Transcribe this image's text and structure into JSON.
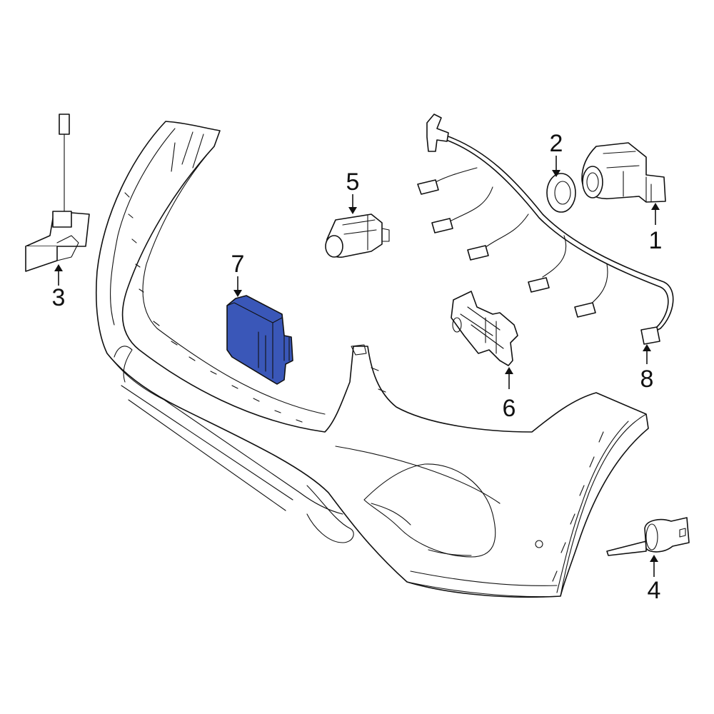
{
  "callouts": [
    {
      "id": "1",
      "label": "1"
    },
    {
      "id": "2",
      "label": "2"
    },
    {
      "id": "3",
      "label": "3"
    },
    {
      "id": "4",
      "label": "4"
    },
    {
      "id": "5",
      "label": "5"
    },
    {
      "id": "6",
      "label": "6"
    },
    {
      "id": "7",
      "label": "7"
    },
    {
      "id": "8",
      "label": "8"
    }
  ],
  "highlight": {
    "part": "7",
    "color": "#3a57b8"
  },
  "line_color": "#111111",
  "background": "#ffffff"
}
